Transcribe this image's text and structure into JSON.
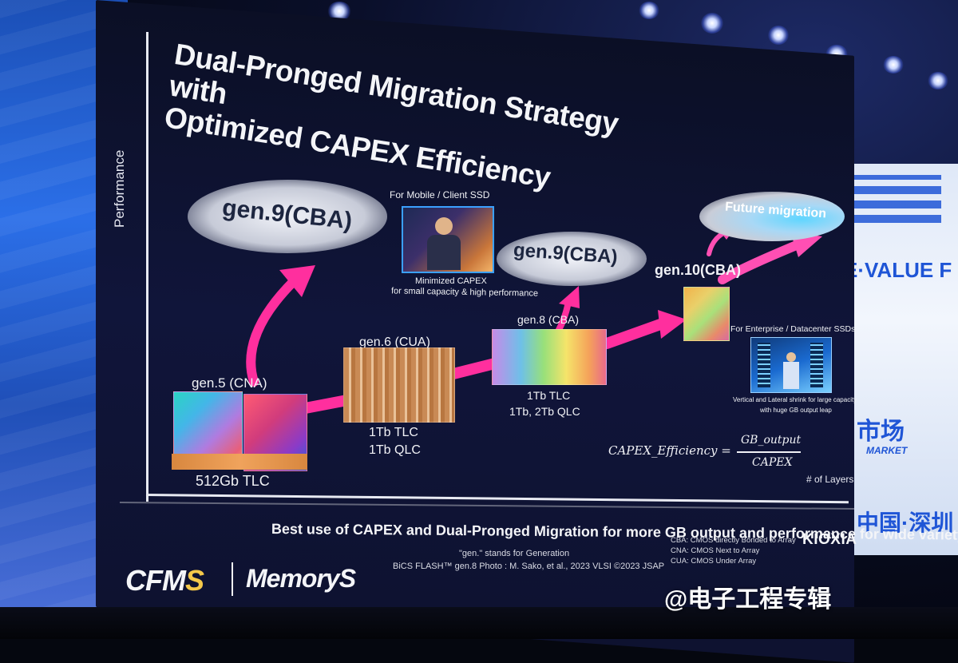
{
  "slide": {
    "title_line1": "Dual-Pronged Migration Strategy with",
    "title_line2": "Optimized CAPEX Efficiency",
    "y_axis_label": "Performance",
    "x_axis_label": "# of Layers",
    "top_gen9_left": "gen.9(CBA)",
    "top_gen9_right": "gen.9(CBA)",
    "future_migration": "Future migration",
    "mobile_caption": "For Mobile / Client SSD",
    "mobile_note_line1": "Minimized CAPEX",
    "mobile_note_line2": "for small capacity & high performance",
    "gen5_label": "gen.5 (CNA)",
    "gen5_capacity": "512Gb TLC",
    "gen6_label": "gen.6 (CUA)",
    "gen6_capacity_line1": "1Tb TLC",
    "gen6_capacity_line2": "1Tb QLC",
    "gen8_label": "gen.8 (CBA)",
    "gen8_capacity_line1": "1Tb TLC",
    "gen8_capacity_line2": "1Tb, 2Tb QLC",
    "gen10_label": "gen.10(CBA)",
    "enterprise_caption": "For Enterprise / Datacenter SSDs",
    "enterprise_note_line1": "Vertical and Lateral shrink for large capacity",
    "enterprise_note_line2": "with huge GB output leap",
    "formula_lhs": "CAPEX_Efficiency =",
    "formula_numerator": "GB_output",
    "formula_denominator": "CAPEX",
    "bottom_line": "Best use of CAPEX and Dual-Pronged Migration for more GB output and performance for wide variety o",
    "footnote_gen": "\"gen.\" stands for Generation",
    "footnote_photo": "BiCS FLASH™ gen.8 Photo :  M. Sako, et al., 2023 VLSI ©2023  JSAP",
    "legend_cba": "CBA: CMOS directly Bonded to Array",
    "legend_cna": "CNA: CMOS Next to Array",
    "legend_cua": "CUA: CMOS Under Array",
    "kioxia_logo": "KIOXIA"
  },
  "logos": {
    "cfms_main": "CFM",
    "cfms_accent": "S",
    "memorys": "MemoryS"
  },
  "stage": {
    "right_screen_line1": "E·VALUE F",
    "right_screen_line2": "市场",
    "right_screen_line3": "MARKET",
    "right_screen_line4": "中国·深圳",
    "watermark": "@电子工程专辑"
  },
  "colors": {
    "arrow": "#ff2f9e",
    "arrow_future": "#ff4fb3",
    "slide_background": "#0e1230",
    "stage_blue": "#2b6fe8",
    "brand_blue": "#1f55d6"
  }
}
